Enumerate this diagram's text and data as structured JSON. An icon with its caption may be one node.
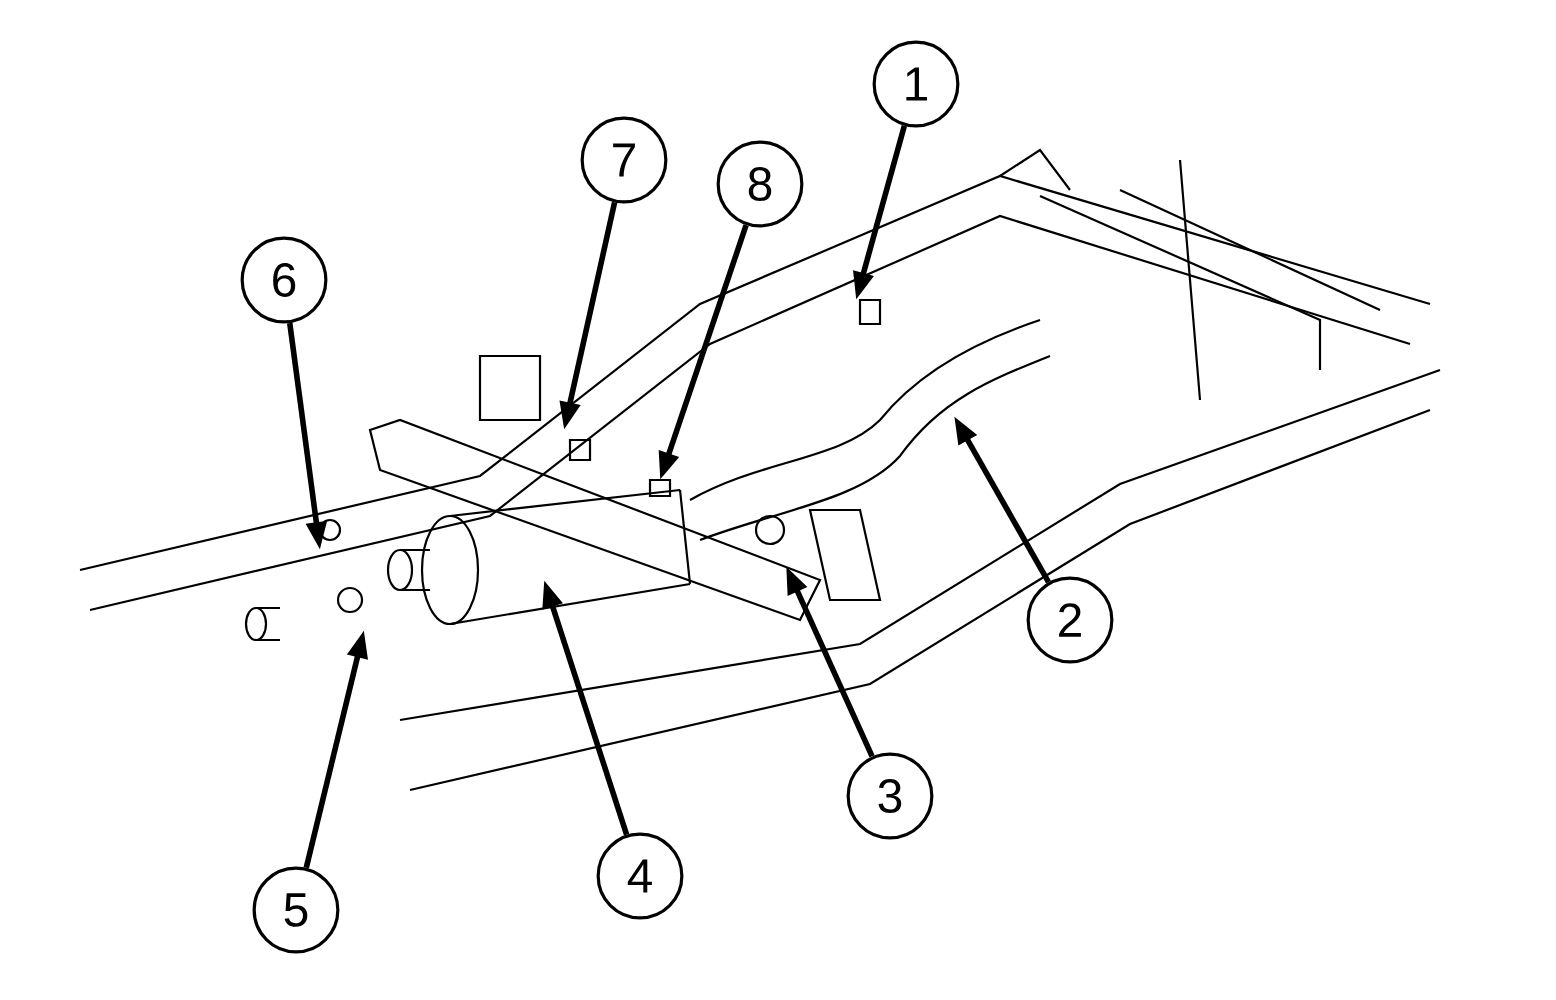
{
  "diagram": {
    "nodes": [
      {
        "text": [
          "1"
        ]
      },
      {
        "text": [
          "2"
        ]
      },
      {
        "text": [
          "3"
        ]
      },
      {
        "text": [
          "4"
        ]
      },
      {
        "text": [
          "5"
        ]
      },
      {
        "text": [
          "6"
        ]
      },
      {
        "text": [
          "7"
        ]
      },
      {
        "text": [
          "8"
        ]
      }
    ],
    "edges": [
      {
        "from": 0,
        "to": null,
        "arrow": "to"
      },
      {
        "from": 1,
        "to": null,
        "arrow": "to"
      },
      {
        "from": 2,
        "to": null,
        "arrow": "to"
      },
      {
        "from": 3,
        "to": null,
        "arrow": "to"
      },
      {
        "from": 4,
        "to": null,
        "arrow": "to"
      },
      {
        "from": 5,
        "to": null,
        "arrow": "to"
      },
      {
        "from": 6,
        "to": null,
        "arrow": "to"
      },
      {
        "from": 7,
        "to": null,
        "arrow": "to"
      }
    ]
  }
}
